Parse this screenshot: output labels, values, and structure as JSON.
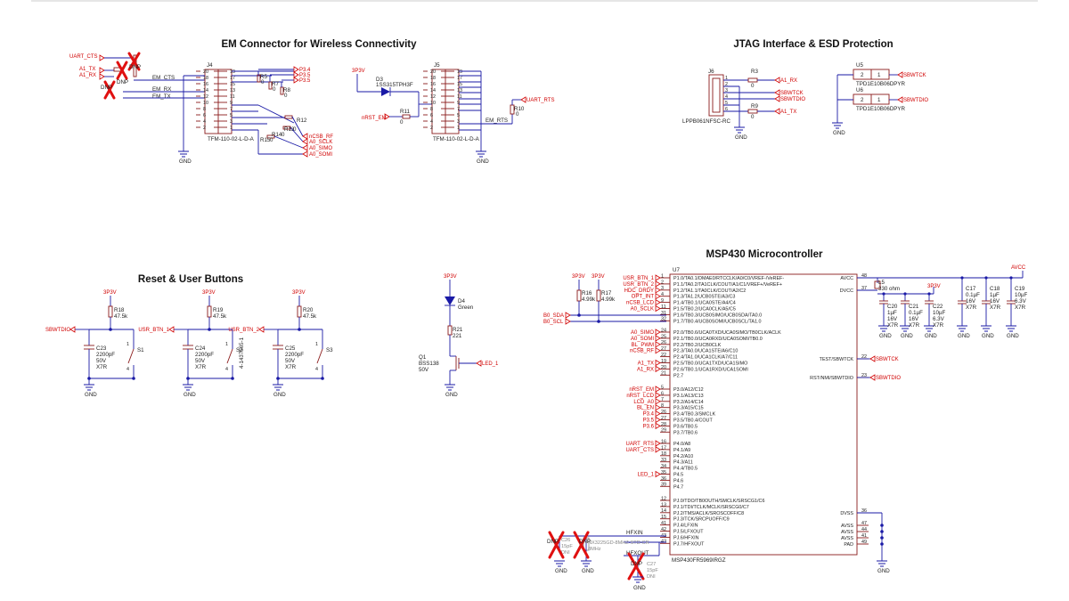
{
  "sections": {
    "em_connector": "EM Connector for Wireless Connectivity",
    "jtag": "JTAG Interface & ESD Protection",
    "reset_buttons": "Reset & User Buttons",
    "mcu": "MSP430 Microcontroller"
  },
  "common": {
    "gnd": "GND",
    "p3v": "3P3V",
    "avcc": "AVCC",
    "dnp": "DNP"
  },
  "em": {
    "j4": {
      "ref": "J4",
      "part": "TFM-110-02-L-D-A",
      "left_pins": [
        "20",
        "18",
        "16",
        "14",
        "12",
        "10",
        "8",
        "6",
        "4",
        "2"
      ],
      "right_pins": [
        "19",
        "17",
        "15",
        "13",
        "11",
        "9",
        "7",
        "5",
        "3",
        "1"
      ]
    },
    "j5": {
      "ref": "J5",
      "part": "TFM-110-02-L-D-A",
      "left_pins": [
        "20",
        "18",
        "16",
        "14",
        "12",
        "10",
        "8",
        "6",
        "4",
        "2"
      ],
      "right_pins": [
        "19",
        "17",
        "15",
        "13",
        "11",
        "9",
        "7",
        "5",
        "3",
        "1"
      ]
    },
    "left_nets": [
      "UART_CTS",
      "A1_TX",
      "A1_RX"
    ],
    "em_nets": [
      "EM_CTS",
      "EM_RX",
      "EM_TX"
    ],
    "right_ports": [
      "P3.4",
      "P3.5",
      "P3.5"
    ],
    "out_ports": [
      "nCSB_RF",
      "A0_SCLK",
      "A0_SIMO",
      "A0_SOMI"
    ],
    "res": [
      "R5",
      "0",
      "R7",
      "0",
      "R8",
      "0",
      "R12",
      "0",
      "R13",
      "0",
      "R14",
      "0",
      "R15",
      "0"
    ],
    "d3": {
      "ref": "D3",
      "part": "1SS315TPH3F"
    },
    "r11": {
      "ref": "R11",
      "val": "0"
    },
    "r10": {
      "ref": "R10",
      "val": "0"
    },
    "nrst_em": "nRST_EM",
    "uart_rts": "UART_RTS",
    "em_rts": "EM_RTS"
  },
  "jtag": {
    "j6": {
      "ref": "J6",
      "part": "LPPB061NFSC-RC",
      "pins": [
        "1",
        "2",
        "3",
        "4",
        "5",
        "6"
      ]
    },
    "r3": {
      "ref": "R3",
      "val": "0"
    },
    "r9": {
      "ref": "R9",
      "val": "0"
    },
    "nets": [
      "A1_RX",
      "SBWTCK",
      "SBWTDIO",
      "A1_TX"
    ],
    "u5": {
      "ref": "U5",
      "part": "TPD1E10B06DPYR",
      "net": "SBWTCK"
    },
    "u6": {
      "ref": "U6",
      "part": "TPD1E10B06DPYR",
      "net": "SBWTDIO"
    },
    "pin_a": "2",
    "pin_b": "1"
  },
  "buttons": {
    "groups": [
      {
        "rref": "R18",
        "rval": "47.5k",
        "cref": "C23",
        "cval": "2200pF",
        "cv": "50V",
        "cd": "X7R",
        "sw": "S1",
        "net": "SBWTDIO",
        "extra": ""
      },
      {
        "rref": "R19",
        "rval": "47.5k",
        "cref": "C24",
        "cval": "2200pF",
        "cv": "50V",
        "cd": "X7R",
        "sw": "S2",
        "net": "USR_BTN_1",
        "extra": "4-1437565-1"
      },
      {
        "rref": "R20",
        "rval": "47.5k",
        "cref": "C25",
        "cval": "2200pF",
        "cv": "50V",
        "cd": "X7R",
        "sw": "S3",
        "net": "USR_BTN_2",
        "extra": ""
      }
    ],
    "sw_pins": [
      "1",
      "2",
      "3",
      "4"
    ]
  },
  "led": {
    "d4": {
      "ref": "D4",
      "color": "Green"
    },
    "r21": {
      "ref": "R21",
      "val": "221"
    },
    "q1": {
      "ref": "Q1",
      "part": "BSS138",
      "volt": "50V"
    },
    "net": "LED_1"
  },
  "mcu": {
    "u7": {
      "ref": "U7",
      "part": "MSP430FR5969IRGZ"
    },
    "r16": {
      "ref": "R16",
      "val": "4.99k"
    },
    "r17": {
      "ref": "R17",
      "val": "4.99k"
    },
    "b0": [
      "B0_SDA",
      "B0_SCL"
    ],
    "port1": [
      {
        "net": "USR_BTN_1",
        "num": "1",
        "name": "P1.0/TA0.1/DMAE0/RTCCLK/A0/C0/VREF-/VeREF-"
      },
      {
        "net": "USR_BTN_2",
        "num": "2",
        "name": "P1.1/TA0.2/TA1CLK/COUT/A1/C1/VREF+/VeREF+"
      },
      {
        "net": "HDC_DRDY",
        "num": "3",
        "name": "P1.2/TA1.1/TA0CLK/COUT/A2/C2"
      },
      {
        "net": "OPT_INT",
        "num": "4",
        "name": "P1.3/TA1.2/UCB0STE/A3/C3"
      },
      {
        "net": "nCSB_LCD",
        "num": "9",
        "name": "P1.4/TB0.1/UCA0STE/A4/C4"
      },
      {
        "net": "A0_SCLK",
        "num": "11",
        "name": "P1.5/TB0.2/UCA0CLK/A5/C5"
      },
      {
        "net": "",
        "num": "31",
        "name": "P1.6/TB0.3/UCB0SIMO/UCB0SDA/TA0.0"
      },
      {
        "net": "",
        "num": "32",
        "name": "P1.7/TB0.4/UCB0SOMI/UCB0SCL/TA1.0"
      }
    ],
    "port2": [
      {
        "net": "A0_SIMO",
        "num": "24",
        "name": "P2.0/TB0.6/UCA0TXD/UCA0SIMO/TB0CLK/ACLK"
      },
      {
        "net": "A0_SOMI",
        "num": "25",
        "name": "P2.1/TB0.0/UCA0RXD/UCA0SOMI/TB0.0"
      },
      {
        "net": "BL_PWM",
        "num": "26",
        "name": "P2.2/TB0.2/UCB0CLK"
      },
      {
        "net": "nCSB_RF",
        "num": "27",
        "name": "P2.3/TA0.0/UCA1STE/A6/C10"
      },
      {
        "net": "",
        "num": "22",
        "name": "P2.4/TA1.0/UCA1CLK/A7/C11"
      },
      {
        "net": "A1_TX",
        "num": "19",
        "name": "P2.5/TB0.0/UCA1TXD/UCA1SIMO"
      },
      {
        "net": "A1_RX",
        "num": "20",
        "name": "P2.6/TB0.1/UCA1RXD/UCA1SOMI"
      },
      {
        "net": "",
        "num": "21",
        "name": "P2.7"
      }
    ],
    "port3": [
      {
        "net": "nRST_EM",
        "num": "5",
        "name": "P3.0/A12/C12"
      },
      {
        "net": "nRST_LCD",
        "num": "6",
        "name": "P3.1/A13/C13"
      },
      {
        "net": "LCD_A0",
        "num": "7",
        "name": "P3.2/A14/C14"
      },
      {
        "net": "BL_EN",
        "num": "8",
        "name": "P3.3/A15/C15"
      },
      {
        "net": "P3.4",
        "num": "26",
        "name": "P3.4/TB0.3/SMCLK"
      },
      {
        "net": "P3.5",
        "num": "27",
        "name": "P3.5/TB0.4/COUT"
      },
      {
        "net": "P3.6",
        "num": "28",
        "name": "P3.6/TB0.5"
      },
      {
        "net": "",
        "num": "29",
        "name": "P3.7/TB0.6"
      }
    ],
    "port4": [
      {
        "net": "UART_RTS",
        "num": "16",
        "name": "P4.0/A8"
      },
      {
        "net": "UART_CTS",
        "num": "17",
        "name": "P4.1/A9"
      },
      {
        "net": "",
        "num": "18",
        "name": "P4.2/A10"
      },
      {
        "net": "",
        "num": "33",
        "name": "P4.3/A11"
      },
      {
        "net": "",
        "num": "34",
        "name": "P4.4/TB0.5"
      },
      {
        "net": "LED_1",
        "num": "35",
        "name": "P4.5"
      },
      {
        "net": "",
        "num": "36",
        "name": "P4.6"
      },
      {
        "net": "",
        "num": "39",
        "name": "P4.7"
      }
    ],
    "portj": [
      {
        "num": "12",
        "name": "PJ.0/TDO/TB0OUTH/SMCLK/SRSCG1/C6"
      },
      {
        "num": "13",
        "name": "PJ.1/TDI/TCLK/MCLK/SRSCG0/C7"
      },
      {
        "num": "14",
        "name": "PJ.2/TMS/ACLK/SROSCOFF/C8"
      },
      {
        "num": "15",
        "name": "PJ.3/TCK/SRCPUOFF/C9"
      },
      {
        "num": "41",
        "name": "PJ.4/LFXIN"
      },
      {
        "num": "42",
        "name": "PJ.5/LFXOUT"
      },
      {
        "num": "43",
        "name": "PJ.6/HFXIN"
      },
      {
        "num": "43",
        "name": "PJ.7/HFXOUT"
      }
    ],
    "right_pins": [
      {
        "num": "48",
        "name": "AVCC"
      },
      {
        "num": "37",
        "name": "DVCC"
      },
      {
        "num": "22",
        "name": "TEST/SBWTCK"
      },
      {
        "num": "23",
        "name": "RST/NMI/SBWTDIO"
      },
      {
        "num": "36",
        "name": "DVSS"
      },
      {
        "num": "47",
        "name": "AVSS"
      },
      {
        "num": "44",
        "name": "AVSS"
      },
      {
        "num": "41",
        "name": "AVSS"
      },
      {
        "num": "49",
        "name": "PAD"
      }
    ],
    "ferrite": {
      "ref": "L5",
      "val": "330 ohm"
    },
    "caps": [
      {
        "ref": "C20",
        "v1": "1µF",
        "v2": "16V",
        "v3": "X7R"
      },
      {
        "ref": "C21",
        "v1": "0.1µF",
        "v2": "16V",
        "v3": "X7R"
      },
      {
        "ref": "C22",
        "v1": "10µF",
        "v2": "6.3V",
        "v3": "X7R"
      },
      {
        "ref": "C17",
        "v1": "0.1µF",
        "v2": "16V",
        "v3": "X7R"
      },
      {
        "ref": "C18",
        "v1": "1µF",
        "v2": "16V",
        "v3": "X7R"
      },
      {
        "ref": "C19",
        "v1": "10µF",
        "v2": "6.3V",
        "v3": "X7R"
      }
    ],
    "sbw": [
      "SBWTCK",
      "SBWTDIO"
    ],
    "hf": {
      "in": "HFXIN",
      "out": "HFXOUT"
    },
    "crystal": {
      "part": "NX3225GD-8MHZ-STD-CR",
      "freq": "8MHz"
    },
    "c26": {
      "ref": "C26",
      "v1": "15pF",
      "v2": "DNI"
    },
    "c27": {
      "ref": "C27",
      "v1": "15pF",
      "v2": "DNI"
    }
  }
}
